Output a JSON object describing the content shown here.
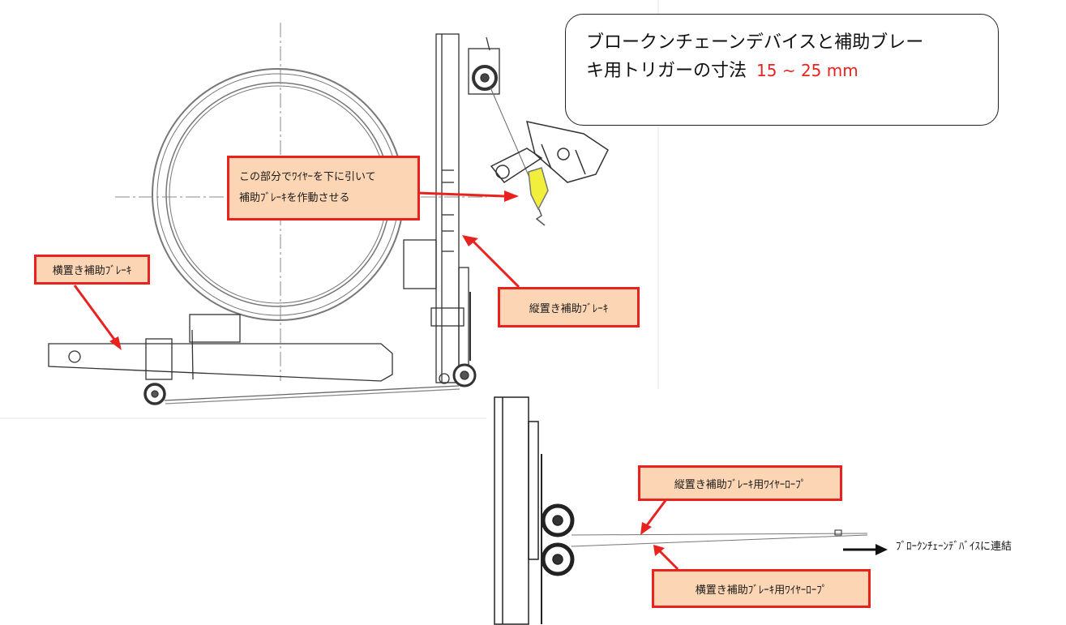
{
  "title_box": {
    "line1": "ブロークンチェーンデバイスと補助ブレー",
    "line2": "キ用トリガーの寸法",
    "dimension": "15 ~ 25 mm"
  },
  "callouts": {
    "pull_wire_line1": "この部分でﾜｲﾔｰを下に引いて",
    "pull_wire_line2": "補助ﾌﾞﾚｰｷを作動させる",
    "horizontal_brake": "横置き補助ﾌﾞﾚｰｷ",
    "vertical_brake": "縦置き補助ﾌﾞﾚｰｷ",
    "vertical_wire_rope": "縦置き補助ﾌﾞﾚｰｷ用ﾜｲﾔｰﾛｰﾌﾟ",
    "horizontal_wire_rope": "横置き補助ﾌﾞﾚｰｷ用ﾜｲﾔｰﾛｰﾌﾟ"
  },
  "connection_label": "ﾌﾞﾛｰｸﾝﾁｪｰﾝﾃﾞﾊﾞｲｽに連結",
  "colors": {
    "callout_fill": "#fcd5b4",
    "callout_border": "#e8231f",
    "arrow": "#e8231f",
    "trigger": "#f2ef3c"
  }
}
